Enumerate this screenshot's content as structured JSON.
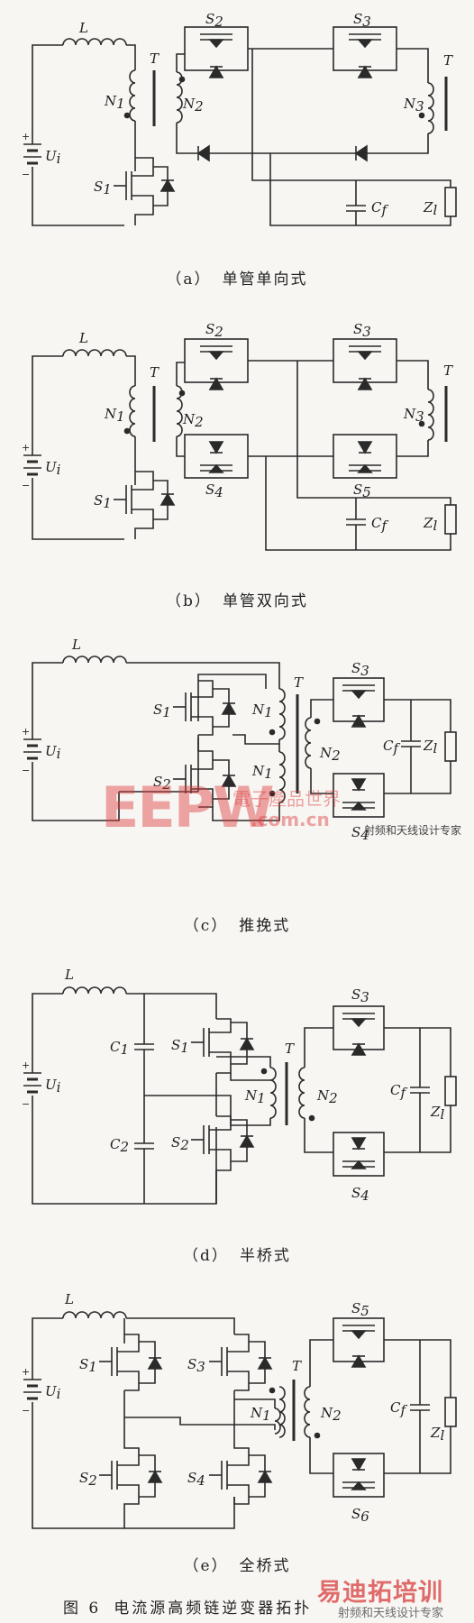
{
  "labels": {
    "L": "L",
    "T": "T",
    "U": "U",
    "U_sub": "i",
    "N1": "N",
    "N1_sub": "1",
    "N2": "N",
    "N2_sub": "2",
    "N3": "N",
    "N3_sub": "3",
    "S": "S",
    "S1_sub": "1",
    "S2_sub": "2",
    "S3_sub": "3",
    "S4_sub": "4",
    "S5_sub": "5",
    "S6_sub": "6",
    "C": "C",
    "Cf_sub": "f",
    "C1_sub": "1",
    "C2_sub": "2",
    "Z": "Z",
    "Zl_sub": "l",
    "plus": "+",
    "minus": "−"
  },
  "captions": {
    "a": {
      "tag": "（a）",
      "text": "单管单向式"
    },
    "b": {
      "tag": "（b）",
      "text": "单管双向式"
    },
    "c": {
      "tag": "（c）",
      "text": "推挽式"
    },
    "d": {
      "tag": "（d）",
      "text": "半桥式"
    },
    "e": {
      "tag": "（e）",
      "text": "全桥式"
    }
  },
  "figure": {
    "number": "图 6",
    "title": "电流源高频链逆变器拓扑"
  },
  "watermarks": {
    "eepw": "EEPW",
    "eepw_cn": "電子產品世界",
    "eepw_url": ".com.cn",
    "corner": "易迪拓培训",
    "corner_sub": "射频和天线设计专家",
    "small": "射频和天线设计专家"
  }
}
